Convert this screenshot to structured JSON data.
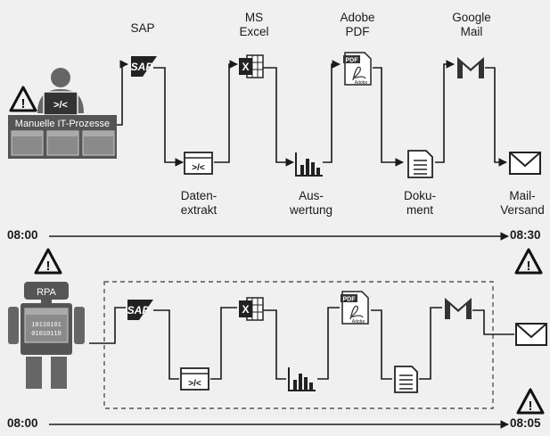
{
  "top": {
    "process_label": "Manuelle IT-Prozesse",
    "code_glyph": ">/<",
    "apps": {
      "sap": "SAP",
      "excel": [
        "MS",
        "Excel"
      ],
      "pdf": [
        "Adobe",
        "PDF"
      ],
      "gmail": [
        "Google",
        "Mail"
      ]
    },
    "steps": {
      "extract": [
        "Daten-",
        "extrakt"
      ],
      "eval": [
        "Aus-",
        "wertung"
      ],
      "doc": [
        "Doku-",
        "ment"
      ],
      "mail": [
        "Mail-",
        "Versand"
      ]
    },
    "time_start": "08:00",
    "time_end": "08:30"
  },
  "bottom": {
    "robot_label": "RPA",
    "binary": [
      "10110101",
      "01010110"
    ],
    "time_start": "08:00",
    "time_end": "08:05"
  },
  "icons": {
    "sap_logo_text": "SAP",
    "pdf_tag": "PDF",
    "adobe_tag": "Adobe",
    "warning_glyph": "!"
  },
  "colors": {
    "background": "#f0f0f0",
    "dark": "#333333",
    "mid": "#666666",
    "light": "#9a9a9a"
  }
}
